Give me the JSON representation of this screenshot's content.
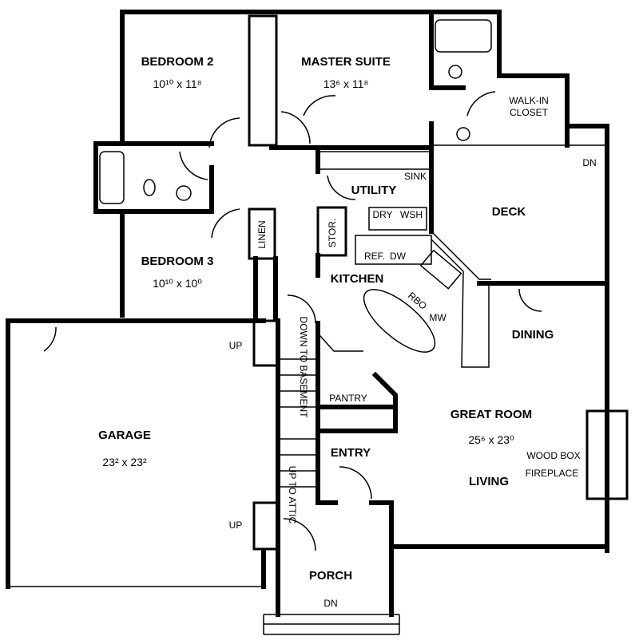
{
  "rooms": {
    "bedroom2": {
      "name": "BEDROOM 2",
      "size": "10¹⁰ x 11⁸"
    },
    "master": {
      "name": "MASTER SUITE",
      "size": "13⁶ x 11⁸"
    },
    "closet": {
      "line1": "WALK-IN",
      "line2": "CLOSET"
    },
    "bedroom3": {
      "name": "BEDROOM 3",
      "size": "10¹⁰ x 10⁰"
    },
    "utility": {
      "name": "UTILITY",
      "sink": "SINK",
      "dry": "DRY",
      "wsh": "WSH",
      "stor": "STOR."
    },
    "deck": {
      "name": "DECK",
      "dn": "DN"
    },
    "linen": "LINEN",
    "kitchen": {
      "name": "KITCHEN",
      "ref": "REF.",
      "dw": "DW",
      "rbo": "RBO",
      "mw": "MW"
    },
    "dining": "DINING",
    "great_room": {
      "name": "GREAT ROOM",
      "size": "25⁶ x 23⁰",
      "living": "LIVING",
      "wood_box": "WOOD BOX",
      "fireplace": "FIREPLACE"
    },
    "pantry": "PANTRY",
    "entry": "ENTRY",
    "garage": {
      "name": "GARAGE",
      "size": "23² x 23²",
      "up1": "UP",
      "up2": "UP"
    },
    "stairs": {
      "basement": "DOWN TO BASEMENT",
      "attic": "UP TO ATTIC"
    },
    "porch": {
      "name": "PORCH",
      "dn": "DN"
    }
  }
}
